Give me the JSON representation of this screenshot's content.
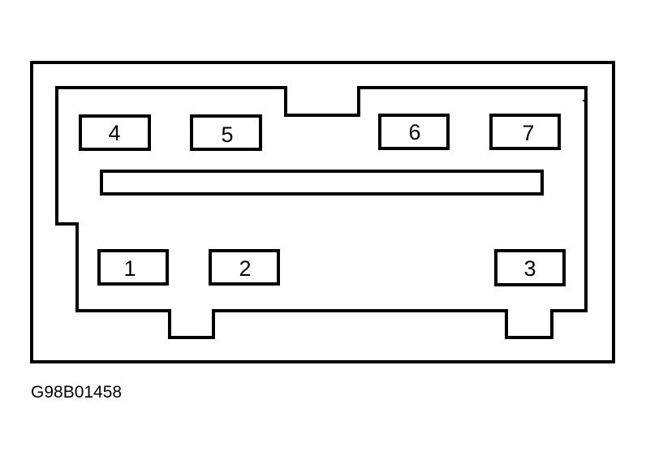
{
  "diagram": {
    "pins": [
      {
        "label": "4"
      },
      {
        "label": "5"
      },
      {
        "label": "6"
      },
      {
        "label": "7"
      },
      {
        "label": "1"
      },
      {
        "label": "2"
      },
      {
        "label": "3"
      }
    ],
    "figure_code": "G98B01458"
  },
  "colors": {
    "line": "#000000",
    "background": "#ffffff"
  }
}
